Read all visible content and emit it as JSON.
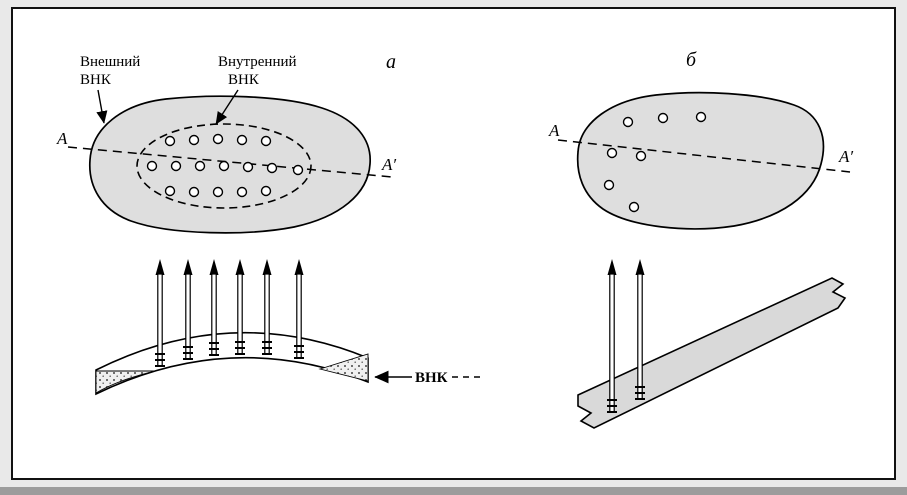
{
  "figure": {
    "panel_a": {
      "title": "а",
      "outer_label_line1": "Внешний",
      "outer_label_line2": "ВНК",
      "inner_label_line1": "Внутренний",
      "inner_label_line2": "ВНК",
      "section_start": "А",
      "section_end": "А′",
      "owc_label": "ВНК"
    },
    "panel_b": {
      "title": "б",
      "section_start": "А",
      "section_end": "А′"
    },
    "colors": {
      "deposit_fill": "#dedede",
      "layer_fill": "#d9d9d9",
      "frame_fill": "#ffffff"
    }
  }
}
